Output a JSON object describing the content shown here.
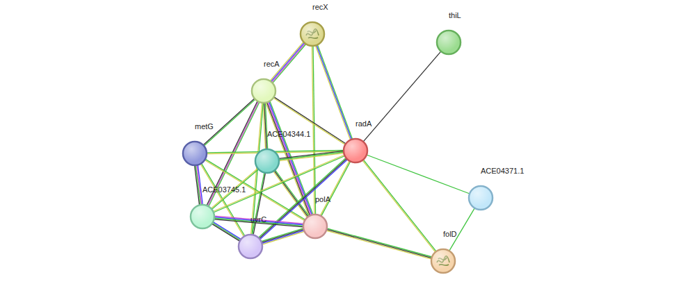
{
  "diagram": {
    "nodes": [
      {
        "text": [
          "recX"
        ]
      },
      {
        "text": [
          "thiL"
        ]
      },
      {
        "text": [
          "recA"
        ]
      },
      {
        "text": [
          "radA"
        ]
      },
      {
        "text": [
          "metG"
        ]
      },
      {
        "text": [
          "ACE04344.1"
        ]
      },
      {
        "text": [
          "ACE04371.1"
        ]
      },
      {
        "text": [
          "ACE03745.1"
        ]
      },
      {
        "text": [
          "polA"
        ]
      },
      {
        "text": [
          "uvrC"
        ]
      },
      {
        "text": [
          "folD"
        ]
      }
    ],
    "edges": [
      {
        "from": 0,
        "to": 2,
        "arrow": "none"
      },
      {
        "from": 0,
        "to": 3,
        "arrow": "none"
      },
      {
        "from": 0,
        "to": 8,
        "arrow": "none"
      },
      {
        "from": 1,
        "to": 3,
        "arrow": "none"
      },
      {
        "from": 2,
        "to": 3,
        "arrow": "none"
      },
      {
        "from": 2,
        "to": 4,
        "arrow": "none"
      },
      {
        "from": 2,
        "to": 5,
        "arrow": "none"
      },
      {
        "from": 2,
        "to": 7,
        "arrow": "none"
      },
      {
        "from": 2,
        "to": 8,
        "arrow": "none"
      },
      {
        "from": 2,
        "to": 9,
        "arrow": "none"
      },
      {
        "from": 4,
        "to": 3,
        "arrow": "none"
      },
      {
        "from": 4,
        "to": 7,
        "arrow": "none"
      },
      {
        "from": 4,
        "to": 9,
        "arrow": "none"
      },
      {
        "from": 4,
        "to": 8,
        "arrow": "none"
      },
      {
        "from": 5,
        "to": 3,
        "arrow": "none"
      },
      {
        "from": 5,
        "to": 8,
        "arrow": "none"
      },
      {
        "from": 5,
        "to": 7,
        "arrow": "none"
      },
      {
        "from": 5,
        "to": 9,
        "arrow": "none"
      },
      {
        "from": 3,
        "to": 8,
        "arrow": "none"
      },
      {
        "from": 3,
        "to": 7,
        "arrow": "none"
      },
      {
        "from": 3,
        "to": 9,
        "arrow": "none"
      },
      {
        "from": 3,
        "to": 6,
        "arrow": "none"
      },
      {
        "from": 3,
        "to": 10,
        "arrow": "none"
      },
      {
        "from": 7,
        "to": 8,
        "arrow": "none"
      },
      {
        "from": 7,
        "to": 9,
        "arrow": "none"
      },
      {
        "from": 9,
        "to": 8,
        "arrow": "none"
      },
      {
        "from": 8,
        "to": 10,
        "arrow": "none"
      },
      {
        "from": 6,
        "to": 10,
        "arrow": "none"
      }
    ]
  }
}
